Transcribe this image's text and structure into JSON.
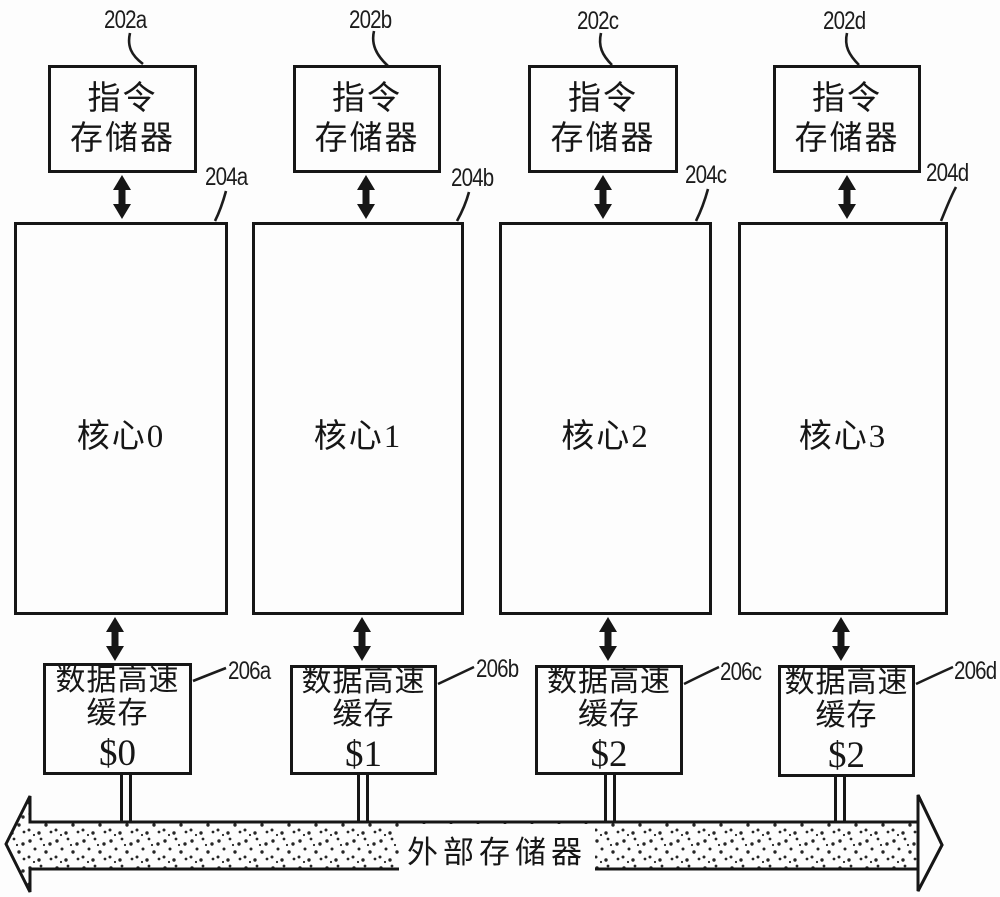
{
  "figure": {
    "type": "patent-block-diagram",
    "description_visible_text_only": true,
    "columns": [
      {
        "instruction_memory": {
          "ref_label": "202a",
          "line1": "指令",
          "line2": "存储器"
        },
        "core": {
          "ref_label": "204a",
          "name": "核心0"
        },
        "data_cache": {
          "ref_label": "206a",
          "line1": "数据高速",
          "line2": "缓存",
          "line3": "$0"
        }
      },
      {
        "instruction_memory": {
          "ref_label": "202b",
          "line1": "指令",
          "line2": "存储器"
        },
        "core": {
          "ref_label": "204b",
          "name": "核心1"
        },
        "data_cache": {
          "ref_label": "206b",
          "line1": "数据高速",
          "line2": "缓存",
          "line3": "$1"
        }
      },
      {
        "instruction_memory": {
          "ref_label": "202c",
          "line1": "指令",
          "line2": "存储器"
        },
        "core": {
          "ref_label": "204c",
          "name": "核心2"
        },
        "data_cache": {
          "ref_label": "206c",
          "line1": "数据高速",
          "line2": "缓存",
          "line3": "$2"
        }
      },
      {
        "instruction_memory": {
          "ref_label": "202d",
          "line1": "指令",
          "line2": "存储器"
        },
        "core": {
          "ref_label": "204d",
          "name": "核心3"
        },
        "data_cache": {
          "ref_label": "206d",
          "line1": "数据高速",
          "line2": "缓存",
          "line3": "$2"
        }
      }
    ],
    "bus": {
      "label": "外部存储器"
    },
    "colors": {
      "ink": "#161616",
      "background": "#fdfdfd"
    }
  }
}
